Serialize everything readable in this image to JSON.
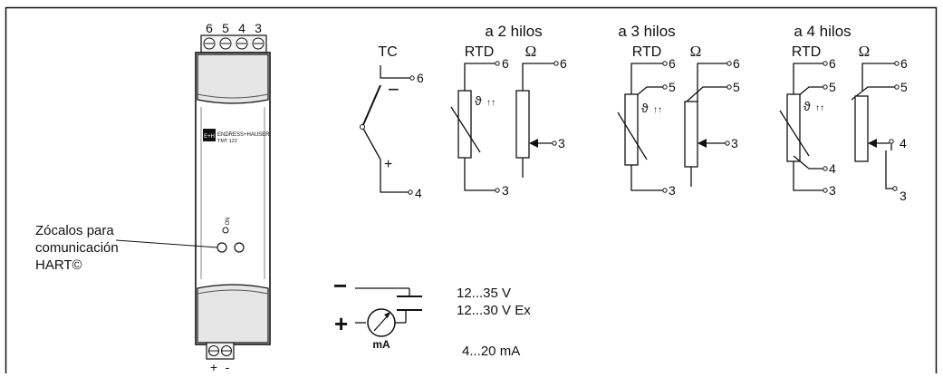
{
  "device": {
    "top_terminals": [
      "6",
      "5",
      "4",
      "3"
    ],
    "bottom_terminals": [
      "+",
      "-"
    ],
    "brand": "ENDRESS+HAUSER",
    "model": "TMT 122",
    "logo_text": "E+H",
    "led_label": "ON"
  },
  "hart_label": [
    "Zócalos para",
    "comunicación",
    "HART©"
  ],
  "connections": {
    "tc": {
      "title": "TC",
      "plus": "+",
      "minus": "−",
      "t_top": "6",
      "t_bottom": "4"
    },
    "two_wire": {
      "title": "a 2 hilos",
      "rtd": "RTD",
      "ohm": "Ω",
      "symbol": "ϑ",
      "rtd_t": [
        "6",
        "3"
      ],
      "ohm_t": [
        "6",
        "3"
      ]
    },
    "three_wire": {
      "title": "a 3 hilos",
      "rtd": "RTD",
      "ohm": "Ω",
      "symbol": "ϑ",
      "rtd_t": [
        "6",
        "5",
        "3"
      ],
      "ohm_t": [
        "6",
        "5",
        "3"
      ]
    },
    "four_wire": {
      "title": "a 4 hilos",
      "rtd": "RTD",
      "ohm": "Ω",
      "symbol": "ϑ",
      "rtd_t": [
        "6",
        "5",
        "4",
        "3"
      ],
      "ohm_t": [
        "6",
        "5",
        "4",
        "3"
      ]
    }
  },
  "power": {
    "minus": "−",
    "plus": "+",
    "meter_unit": "mA",
    "voltage_1": "12...35 V",
    "voltage_2": "12...30 V Ex",
    "current": "4...20 mA"
  }
}
